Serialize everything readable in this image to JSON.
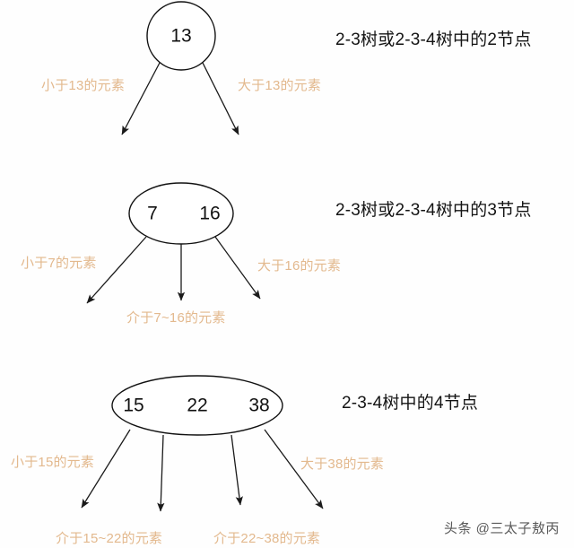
{
  "figure": {
    "background_color": "#fefefe",
    "node_stroke_color": "#111111",
    "label_color": "#e3b98e",
    "caption_color": "#141414"
  },
  "sections": [
    {
      "id": "two-node",
      "caption": "2-3树或2-3-4树中的2节点",
      "node_type": "circle",
      "keys": [
        "13"
      ],
      "branch_labels": [
        "小于13的元素",
        "大于13的元素"
      ],
      "child_count": 2
    },
    {
      "id": "three-node",
      "caption": "2-3树或2-3-4树中的3节点",
      "node_type": "ellipse",
      "keys": [
        "7",
        "16"
      ],
      "branch_labels": [
        "小于7的元素",
        "介于7~16的元素",
        "大于16的元素"
      ],
      "child_count": 3
    },
    {
      "id": "four-node",
      "caption": "2-3-4树中的4节点",
      "node_type": "ellipse",
      "keys": [
        "15",
        "22",
        "38"
      ],
      "branch_labels": [
        "小于15的元素",
        "介于15~22的元素",
        "介于22~38的元素",
        "大于38的元素"
      ],
      "child_count": 4
    }
  ],
  "watermark": {
    "text": "头条 @三太子敖丙"
  }
}
